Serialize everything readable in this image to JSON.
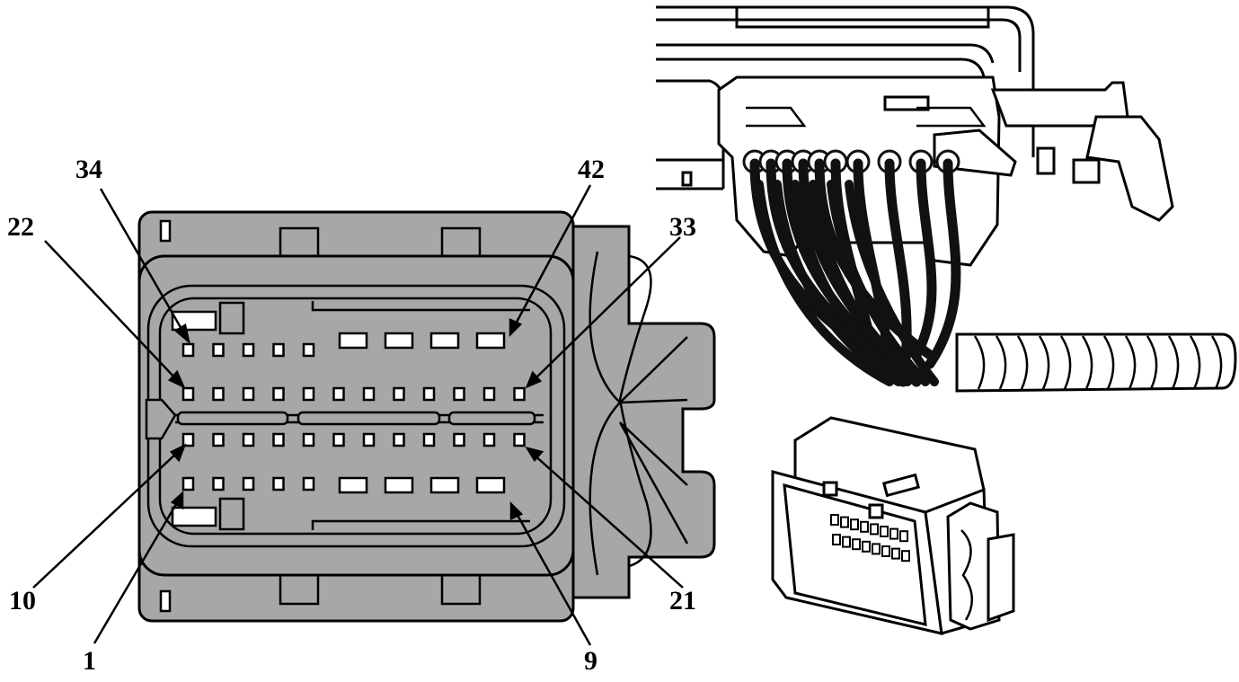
{
  "colors": {
    "housing_fill": "#a7a7a7",
    "line": "#000000",
    "cavity_fill": "#ffffff",
    "wire": "#111111",
    "background": "#ffffff"
  },
  "callouts": {
    "pin_34": "34",
    "pin_22": "22",
    "pin_42": "42",
    "pin_33": "33",
    "pin_10": "10",
    "pin_1": "1",
    "pin_21": "21",
    "pin_9": "9"
  },
  "connector": {
    "cavity_rows": [
      {
        "row": "top",
        "small_cavities": 5,
        "large_cavities": 4
      },
      {
        "row": "upper-middle",
        "small_cavities": 12,
        "large_cavities": 0
      },
      {
        "row": "lower-middle",
        "small_cavities": 12,
        "large_cavities": 0
      },
      {
        "row": "bottom",
        "small_cavities": 5,
        "large_cavities": 4
      }
    ],
    "total_pins": 42
  },
  "views": [
    {
      "name": "connector-face-view"
    },
    {
      "name": "harness-side-view"
    },
    {
      "name": "connector-isometric-view"
    }
  ]
}
